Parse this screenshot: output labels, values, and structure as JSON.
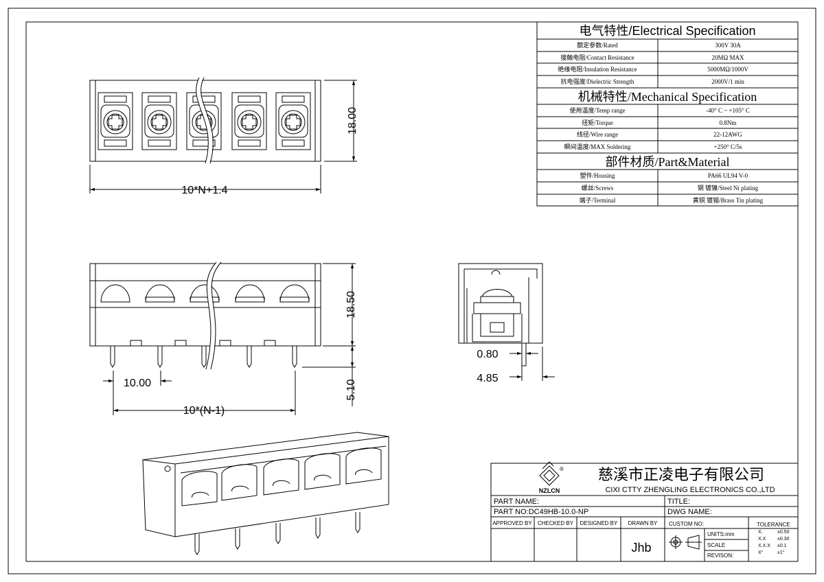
{
  "spec": {
    "electrical_title": "电气特性/Electrical Specification",
    "electrical_rows": [
      {
        "label": "额定参数/Rated",
        "value": "300V  30A"
      },
      {
        "label": "接触电阻/Contact Resistance",
        "value": "20MΩ MAX"
      },
      {
        "label": "绝缘电阻/Insulation Resistance",
        "value": "5000MΩ/1000V"
      },
      {
        "label": "抗电强度/Dielectric Strength",
        "value": "2000V/1 min"
      }
    ],
    "mechanical_title": "机械特性/Mechanical Specification",
    "mechanical_rows": [
      {
        "label": "使用温度/Temp range",
        "value": "-40° C ~ +105° C"
      },
      {
        "label": "扭矩/Torque",
        "value": "0.8Nm"
      },
      {
        "label": "线径/Wire range",
        "value": "22-12AWG"
      },
      {
        "label": "瞬间温度/MAX Soldering",
        "value": "+250° C/5s"
      }
    ],
    "material_title": "部件材质/Part&Material",
    "material_rows": [
      {
        "label": "塑件/Housing",
        "value": "PA66 UL94 V-0"
      },
      {
        "label": "螺丝/Screws",
        "value": "钢 镀镍/Steel Ni plating"
      },
      {
        "label": "端子/Terminal",
        "value": "黄铜 镀锡/Brass Tin  plating"
      }
    ]
  },
  "dimensions": {
    "top_height": "18.00",
    "top_width": "10*N+1.4",
    "front_height": "18.50",
    "pin_length": "5.10",
    "pitch": "10.00",
    "span": "10*(N-1)",
    "pin_width": "0.80",
    "side_depth": "4.85"
  },
  "title_block": {
    "logo_text": "NZLCN",
    "logo_reg": "®",
    "company_cn": "慈溪市正凌电子有限公司",
    "company_en": "CIXI CTTY ZHENGLING ELECTRONICS CO.,LTD",
    "part_name": "PART NAME:",
    "title": "TITLE:",
    "part_no": "PART NO:DC49HB-10.0-NP",
    "dwg_name": "DWG NAME:",
    "approved_by": "APPROVED BY",
    "checked_by": "CHECKED BY",
    "designed_by": "DESIGNED BY",
    "drawn_by": "DRAWN BY",
    "drawn_by_value": "Jhb",
    "custom_no": "CUSTOM NO:",
    "units": "UNITS:mm",
    "scale": "SCALE",
    "revision": "REVISON:",
    "tolerance": "TOLERANCE",
    "tol_rows": [
      {
        "k": "X.",
        "v": "±0.50"
      },
      {
        "k": "X.X",
        "v": "±0.30"
      },
      {
        "k": "X.X.X",
        "v": "±0.1"
      },
      {
        "k": "X°",
        "v": "±1°"
      }
    ]
  }
}
